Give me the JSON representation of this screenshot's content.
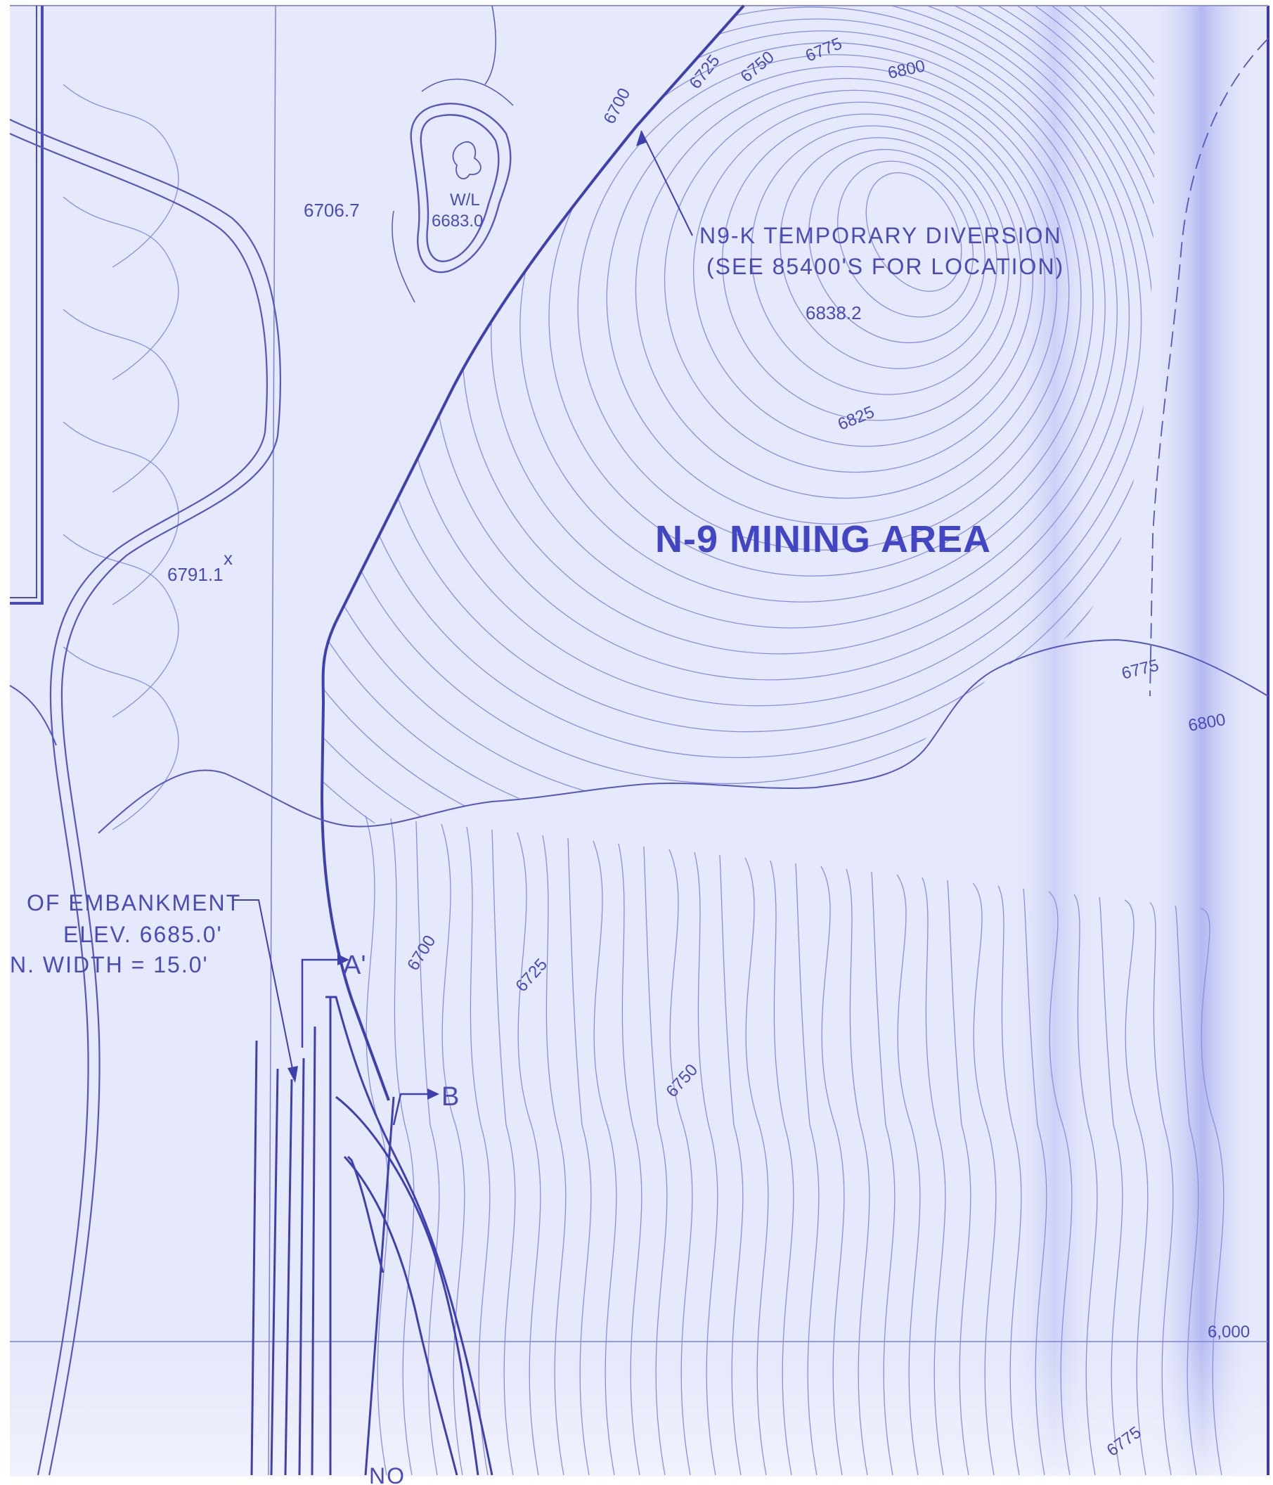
{
  "map": {
    "area_title": "N-9 MINING AREA",
    "diversion_note": {
      "line1": "N9-K TEMPORARY DIVERSION",
      "line2": "(SEE 85400'S FOR LOCATION)"
    },
    "embankment_note": {
      "line1": "OF EMBANKMENT",
      "line2": "ELEV. 6685.0'",
      "line3": "N. WIDTH = 15.0'"
    },
    "spot_elevations": [
      "6706.7",
      "6838.2",
      "6791.1"
    ],
    "water_level": {
      "label": "W/L",
      "value": "6683.0"
    },
    "contour_labels": [
      "6700",
      "6725",
      "6750",
      "6775",
      "6800",
      "6825",
      "6775",
      "6800",
      "6700",
      "6725",
      "6750",
      "6775"
    ],
    "grid_label": "6,000",
    "section_labels": [
      "A'",
      "B"
    ],
    "spot_marker": "x",
    "corner_fragment": "NO",
    "colors": {
      "ink": "#4a4bb8",
      "paper": "#e6e8fb",
      "band": "#b9bdf2"
    }
  }
}
